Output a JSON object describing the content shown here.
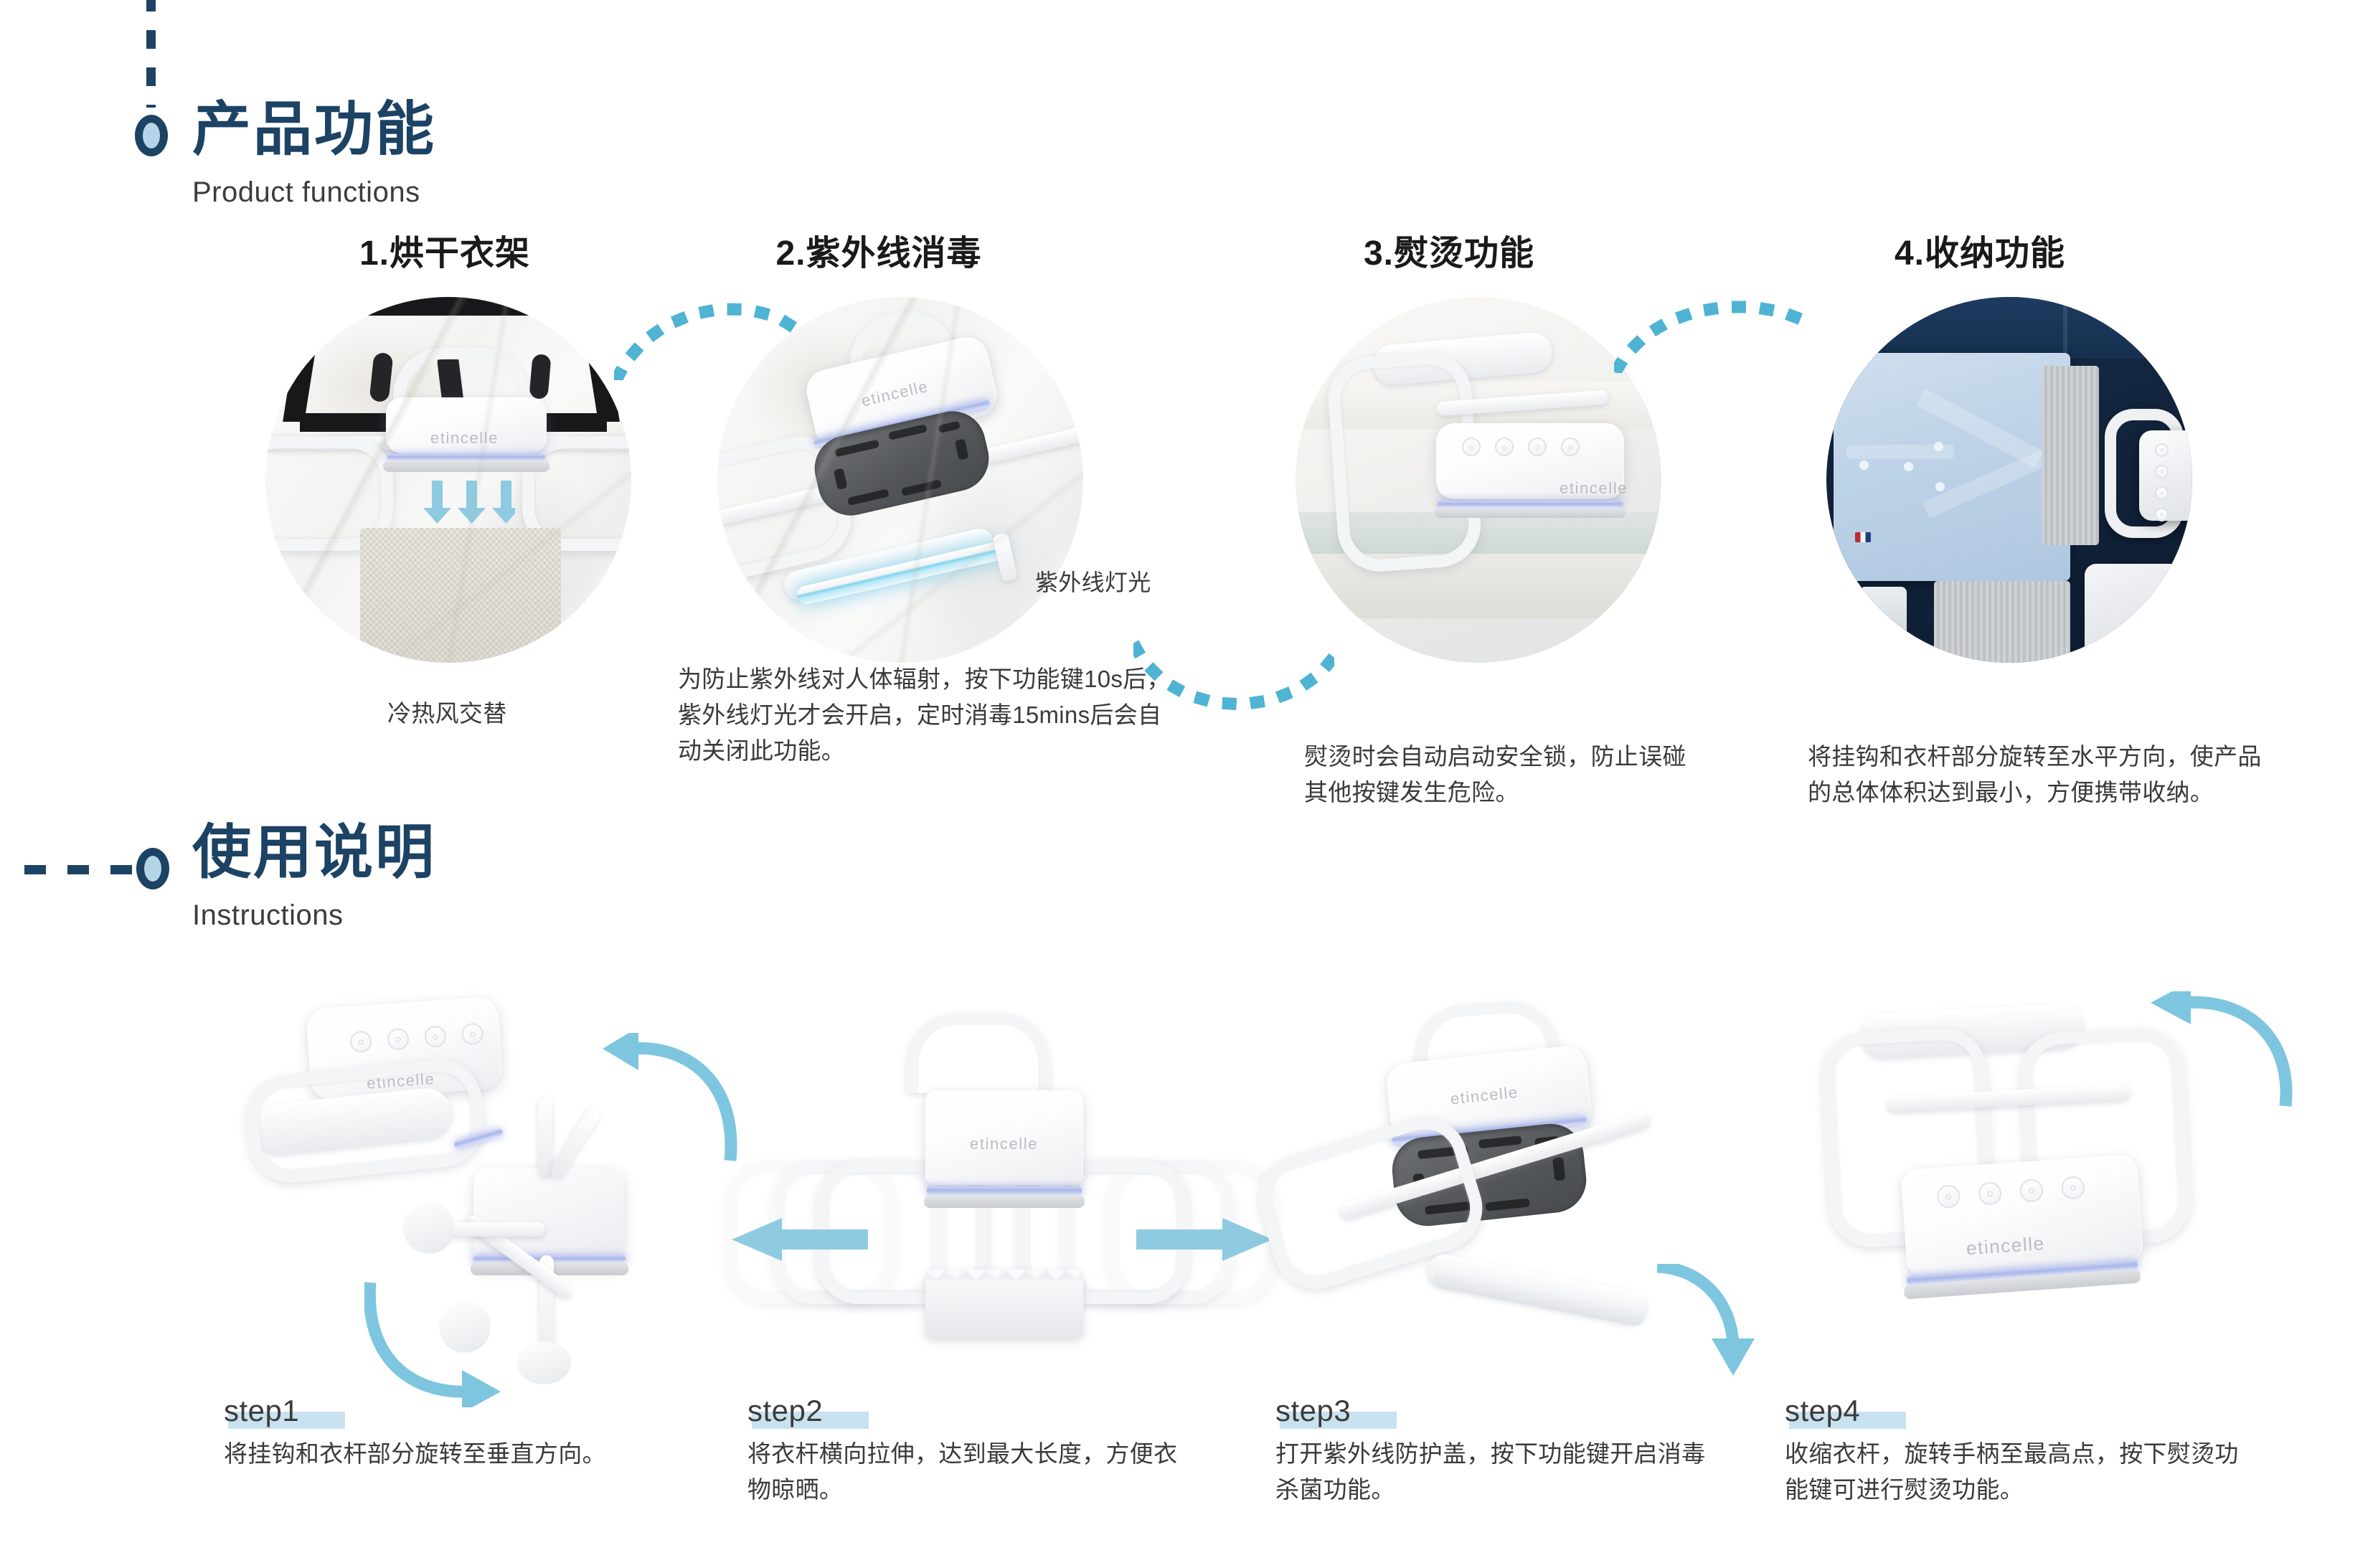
{
  "brand": "etincelle",
  "accent": {
    "deep_blue": "#1c4264",
    "light_blue": "#b5d4e8",
    "cyan": "#7ec6e0",
    "highlight": "#c9e2ef"
  },
  "sections": [
    {
      "zh": "产品功能",
      "en": "Product functions"
    },
    {
      "zh": "使用说明",
      "en": "Instructions"
    }
  ],
  "features": [
    {
      "title": "1.烘干衣架",
      "caption": "冷热风交替",
      "art": "hanger-with-airflow-on-marble"
    },
    {
      "title": "2.紫外线消毒",
      "caption": "为防止紫外线对人体辐射，按下功能键10s后，紫外线灯光才会开启，定时消毒15mins后会自动关闭此功能。",
      "annotation": "紫外线灯光",
      "art": "uv-lamp-open-on-marble"
    },
    {
      "title": "3.熨烫功能",
      "caption": "熨烫时会自动启动安全锁，防止误碰其他按键发生危险。",
      "art": "ironing-on-fabric"
    },
    {
      "title": "4.收纳功能",
      "caption": "将挂钩和衣杆部分旋转至水平方向，使产品的总体体积达到最小，方便携带收纳。",
      "art": "folded-in-suitcase"
    }
  ],
  "steps": [
    {
      "label": "step1",
      "desc": "将挂钩和衣杆部分旋转至垂直方向。",
      "art": "rotate-hook-and-rod-vertical"
    },
    {
      "label": "step2",
      "desc": "将衣杆横向拉伸，达到最大长度，方便衣物晾晒。",
      "art": "extend-rods-horizontally"
    },
    {
      "label": "step3",
      "desc": "打开紫外线防护盖，按下功能键开启消毒杀菌功能。",
      "art": "open-uv-cover"
    },
    {
      "label": "step4",
      "desc": "收缩衣杆，旋转手柄至最高点，按下熨烫功能键可进行熨烫功能。",
      "art": "collapse-and-iron"
    }
  ],
  "controls": {
    "power": "⏻",
    "steam": "♨",
    "fan": "≋",
    "uv": "✺"
  }
}
